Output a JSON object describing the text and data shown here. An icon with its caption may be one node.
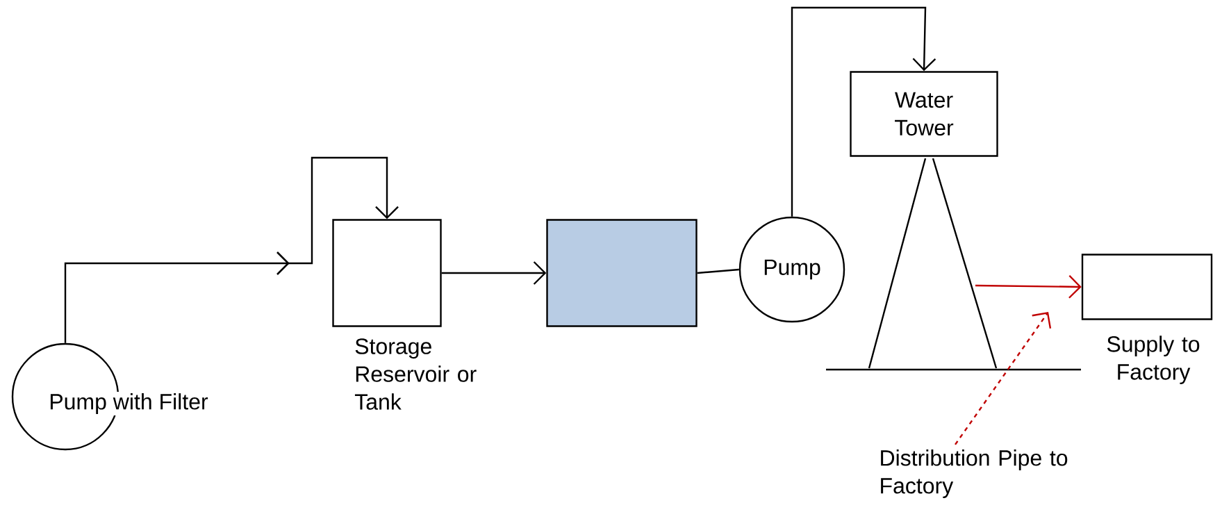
{
  "diagram": {
    "nodes": [
      {
        "text": [
          "Pump with Filter"
        ]
      },
      {
        "text": [],
        "shape": "box",
        "beside": [
          "Storage Reservoir or Tank"
        ]
      },
      {
        "text": [],
        "shape": "box"
      },
      {
        "text": [
          "Pump"
        ]
      },
      {
        "text": [
          "Water Tower"
        ]
      },
      {
        "text": [],
        "shape": "picture"
      },
      {
        "text": [],
        "shape": "box",
        "beside": [
          "Supply to Factory"
        ]
      },
      {
        "text": [
          "Distribution Pipe to Factory"
        ]
      }
    ],
    "edges": [
      {
        "from": 0,
        "to": 1,
        "arrow": "to"
      },
      {
        "from": 1,
        "to": 2,
        "arrow": "to"
      },
      {
        "from": 2,
        "to": 3,
        "arrow": "none"
      },
      {
        "from": 3,
        "to": 4,
        "arrow": "to"
      },
      {
        "from": 5,
        "to": 6,
        "arrow": "to",
        "color": "#c00000"
      },
      {
        "from": 7,
        "to": 5,
        "arrow": "to",
        "style": "dashed",
        "color": "#c00000"
      }
    ]
  }
}
